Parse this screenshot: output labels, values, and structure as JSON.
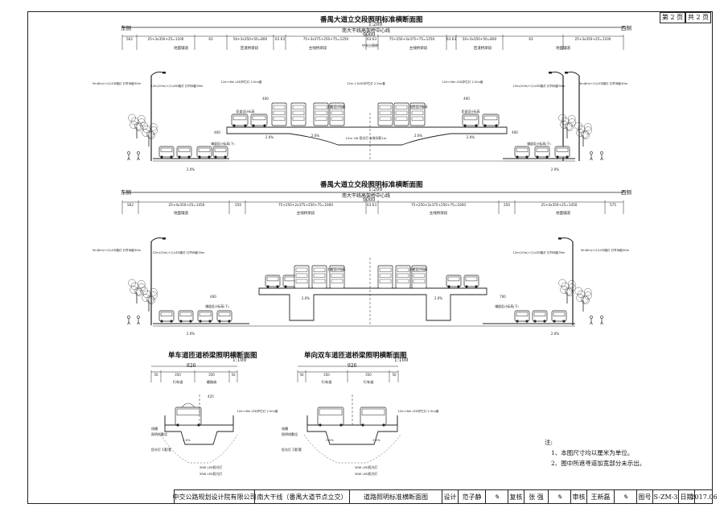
{
  "page": {
    "current": "第 2 页",
    "total": "共 2 页"
  },
  "section1": {
    "title": "番禺大道立交段照明标准横断面图",
    "scale": "1:200",
    "axis_label": "南大干线高架桥中心线",
    "total_width": "9000",
    "side_left": "东侧",
    "side_right": "西侧",
    "dims": [
      "562",
      "25+3x350+25=1100",
      "63",
      "50+3x350+50=800",
      "63 63",
      "75+3x375+250+75=1250",
      "63 63",
      "75+250+3x375+75=1250",
      "63 63",
      "50+3x350+50=800",
      "63",
      "25+3x350+25=1100"
    ],
    "lanes": [
      "地面辅道",
      "匝道桥梁段",
      "主线桥梁段",
      "主线桥梁段",
      "匝道桥梁段",
      "地面辅道"
    ],
    "lamp_notes": [
      "9m(8m)+(1)LED路灯 灯杆间距30m",
      "12m(10m)+(1)LED路灯 灯杆间距30m",
      "12m+6m LED护栏灯 2.5m/套",
      "12m 1.5LED护栏灯 2.5m/套",
      "12m+6m LED护栏灯 2.5m/套",
      "12m(10m)+(1)LED路灯 灯杆间距30m",
      "9m(8m)+(1)LED路灯 灯杆间距30m"
    ],
    "annotations": [
      "匝道设计标高",
      "主线设计标高",
      "主线设计标高",
      "匝道设计标高",
      "辅道设计标高(下)",
      "辅道设计标高(下)",
      "12m 1W 投光灯 安装间距1m"
    ],
    "dim_small": [
      "400",
      "400",
      "400",
      "400"
    ],
    "slopes": [
      "2.0%",
      "2.0%",
      "2.0%",
      "2.0%",
      "2.0%",
      "2.0%"
    ]
  },
  "section2": {
    "title": "番禺大道立交段照明标准横断面图",
    "scale": "1:200",
    "axis_label": "南大干线高架桥中心线",
    "total_width": "9000",
    "side_left": "东侧",
    "side_right": "西侧",
    "dims": [
      "562",
      "25+4x350+25=1450",
      "250",
      "75+250+2x375+250+75=1600",
      "63 63",
      "75+250+2x375+250+75=1600",
      "250",
      "25+4x350+25=1450",
      "575"
    ],
    "lanes": [
      "地面辅道",
      "主线桥梁段",
      "主线桥梁段",
      "地面辅道"
    ],
    "lamp_notes": [
      "9m(8m)+(1)LED路灯 灯杆间距30m",
      "12m(10m)+(1)LED路灯 灯杆间距30m",
      "12m(10m)+(1)LED路灯 灯杆间距30m",
      "9m(8m)+(1)LED路灯 灯杆间距30m"
    ],
    "annotations": [
      "主线设计标高",
      "主线设计标高",
      "辅道设计标高(下)",
      "辅道设计标高(下)"
    ],
    "dim_small": [
      "400",
      "700"
    ],
    "slopes": [
      "2.0%",
      "2.0%",
      "2.0%",
      "2.0%"
    ]
  },
  "section3": {
    "title": "单车道匝道桥梁照明横断面图",
    "scale": "1:100",
    "total_width": "826",
    "dims": [
      "50",
      "350",
      "350",
      "50"
    ],
    "lanes": [
      "行车道",
      "硬路肩"
    ],
    "dim_small": [
      "425"
    ],
    "lamp_note": "12m+6m LED护栏灯 2.5m/套",
    "labels": [
      "线槽",
      "照明线敷设",
      "投光灯 1套/套",
      "30W LED投光灯",
      "30W LED投光灯"
    ],
    "slope": "2.0%"
  },
  "section4": {
    "title": "单向双车道匝道桥梁照明横断面图",
    "scale": "1:100",
    "total_width": "926",
    "dims": [
      "50",
      "350",
      "350",
      "50"
    ],
    "lanes": [
      "行车道",
      "行车道"
    ],
    "lamp_note": "12m+6m LED护栏灯 2.5m/套",
    "labels": [
      "线槽",
      "照明线敷设",
      "投光灯 1套/套",
      "30W LED投光灯",
      "30W LED投光灯"
    ],
    "slopes": [
      "2.0%",
      "2.0%"
    ]
  },
  "notes": {
    "heading": "注:",
    "items": [
      "1、本图尺寸均以厘米为单位。",
      "2、图中所遮寻道加宽部分未示出。"
    ]
  },
  "title_block": {
    "company": "中交公路规划设计院有限公司",
    "project": "南大干线（番禺大道节点立交）",
    "drawing": "道路照明标准横断面图",
    "design_label": "设计",
    "design_name": "范子静",
    "review_label": "复核",
    "review_name": "张 强",
    "check_label": "审核",
    "check_name": "王新磊",
    "fig_label": "图号",
    "fig_no": "S-ZM-3",
    "date_label": "日期",
    "date": "2017.06"
  }
}
